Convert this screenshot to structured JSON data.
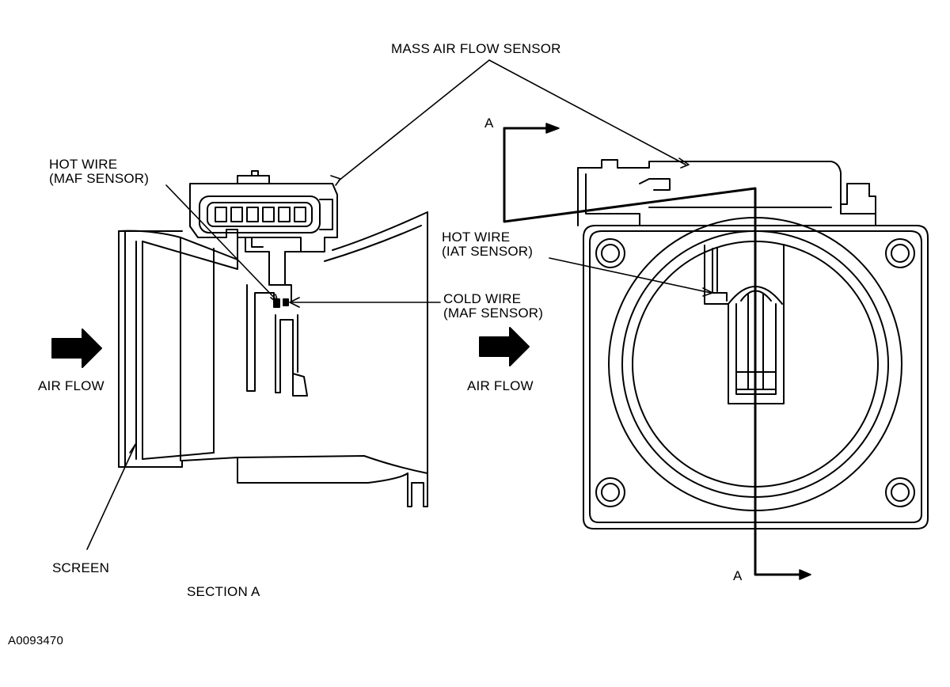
{
  "labels": {
    "mass_air_flow_sensor": "MASS AIR FLOW SENSOR",
    "hot_wire_maf_line1": "HOT WIRE",
    "hot_wire_maf_line2": "(MAF SENSOR)",
    "hot_wire_iat_line1": "HOT WIRE",
    "hot_wire_iat_line2": "(IAT SENSOR)",
    "cold_wire_line1": "COLD WIRE",
    "cold_wire_line2": "(MAF SENSOR)",
    "air_flow_left": "AIR FLOW",
    "air_flow_right": "AIR FLOW",
    "screen": "SCREEN",
    "section_a": "SECTION A",
    "section_marker_top": "A",
    "section_marker_bottom": "A",
    "figure_id": "A0093470"
  },
  "colors": {
    "line": "#000000",
    "background": "#ffffff"
  }
}
